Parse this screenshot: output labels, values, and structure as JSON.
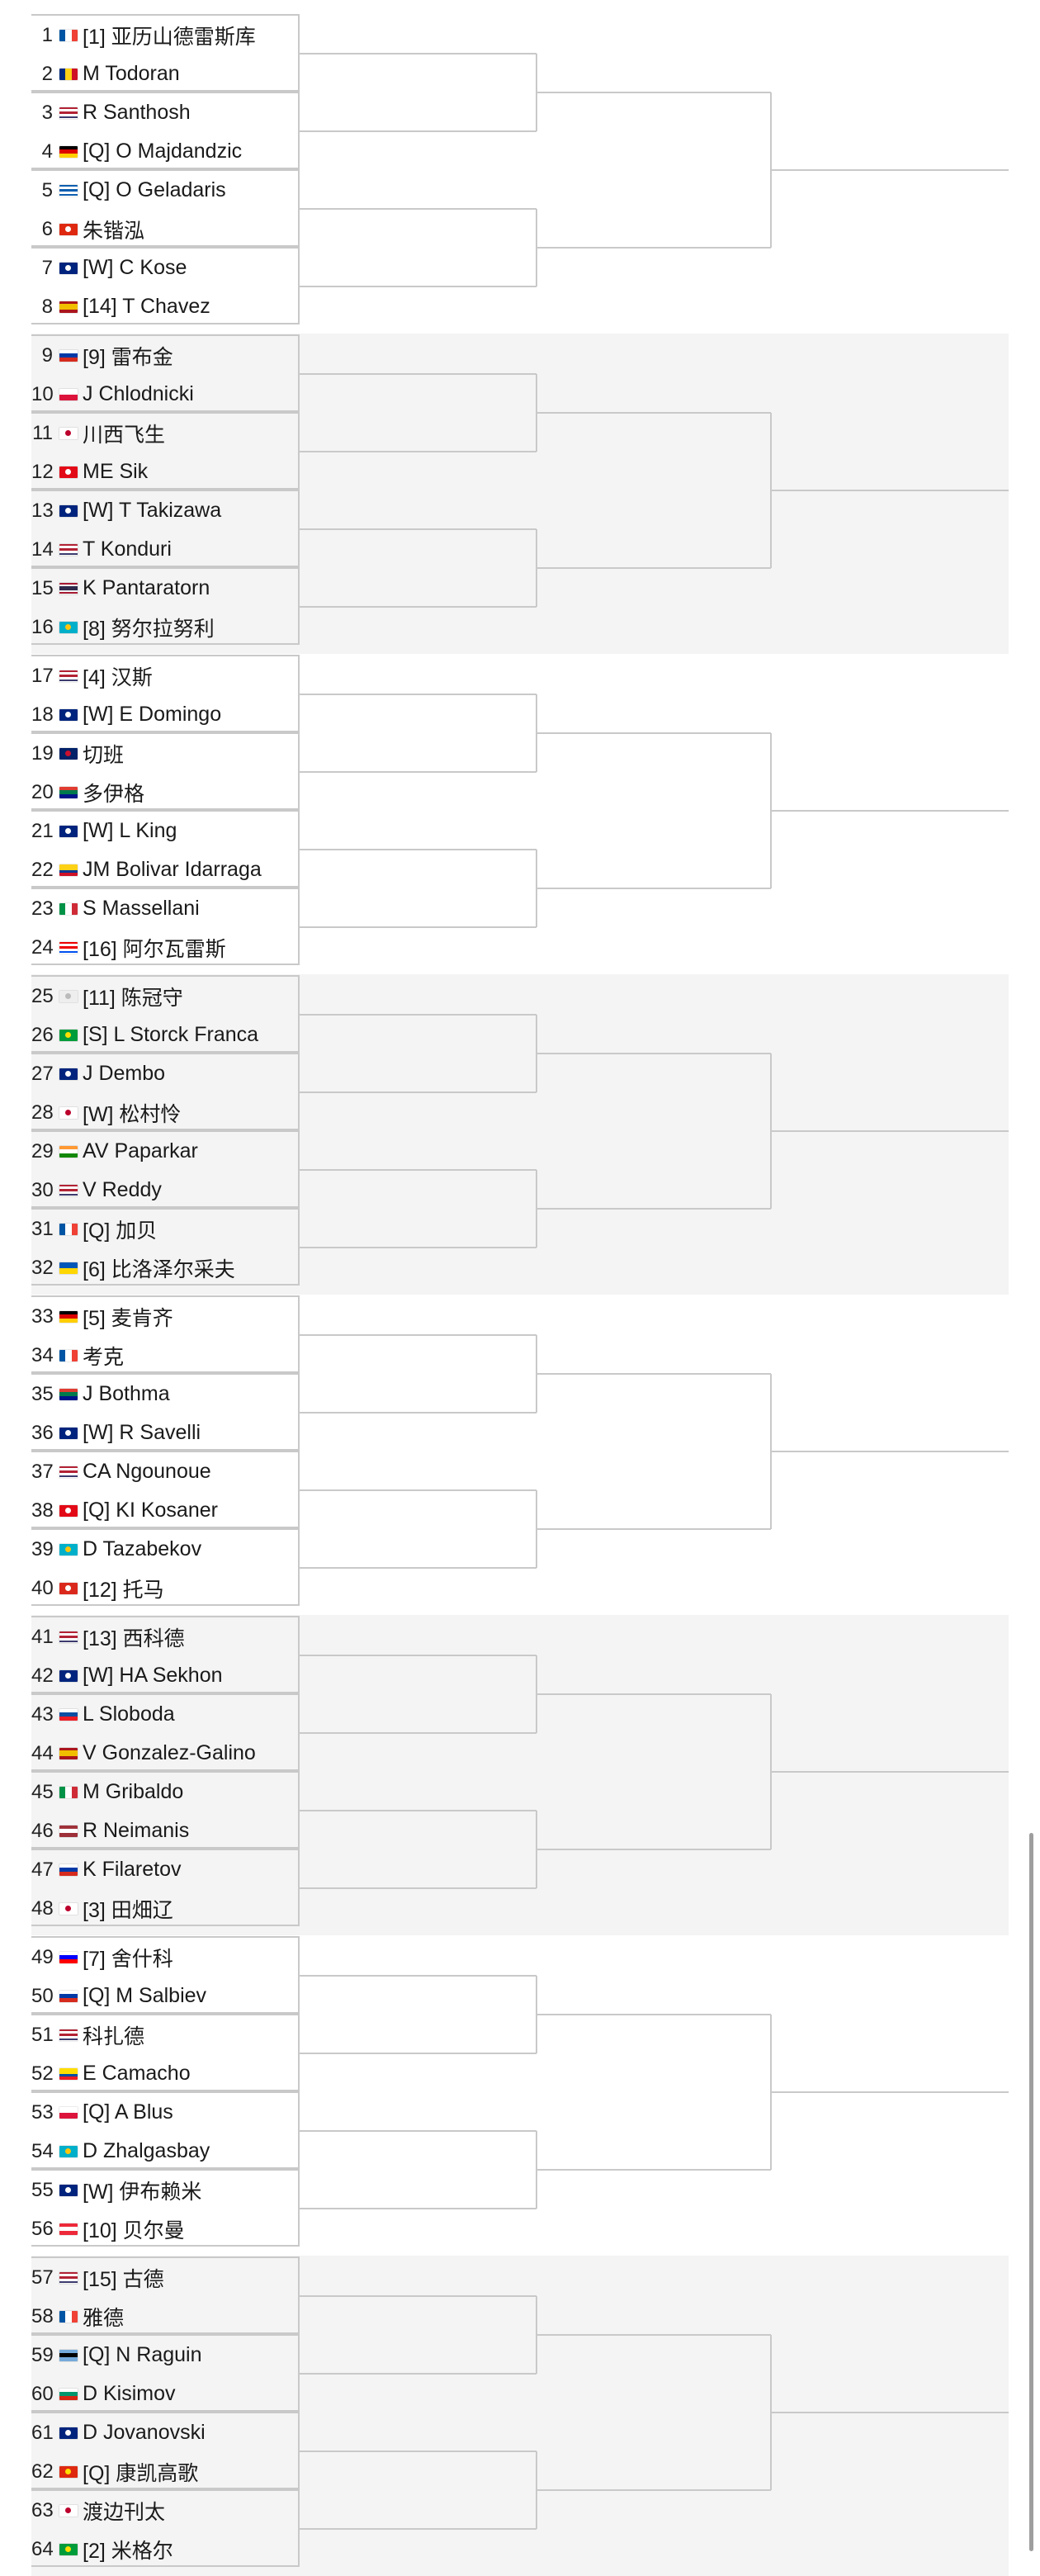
{
  "sections": 8,
  "players": [
    {
      "seed_no": "1",
      "label": "[1] 亚历山德雷斯库",
      "flag": "fr"
    },
    {
      "seed_no": "2",
      "label": "M Todoran",
      "flag": "ro"
    },
    {
      "seed_no": "3",
      "label": "R Santhosh",
      "flag": "us"
    },
    {
      "seed_no": "4",
      "label": "[Q] O Majdandzic",
      "flag": "de"
    },
    {
      "seed_no": "5",
      "label": "[Q] O Geladaris",
      "flag": "gr"
    },
    {
      "seed_no": "6",
      "label": "朱锴泓",
      "flag": "hk"
    },
    {
      "seed_no": "7",
      "label": "[W] C Kose",
      "flag": "au"
    },
    {
      "seed_no": "8",
      "label": "[14] T Chavez",
      "flag": "es"
    },
    {
      "seed_no": "9",
      "label": "[9] 雷布金",
      "flag": "ru"
    },
    {
      "seed_no": "10",
      "label": "J Chlodnicki",
      "flag": "pl"
    },
    {
      "seed_no": "11",
      "label": "川西飞生",
      "flag": "jp"
    },
    {
      "seed_no": "12",
      "label": "ME Sik",
      "flag": "tr"
    },
    {
      "seed_no": "13",
      "label": "[W] T Takizawa",
      "flag": "au"
    },
    {
      "seed_no": "14",
      "label": "T Konduri",
      "flag": "us"
    },
    {
      "seed_no": "15",
      "label": "K Pantaratorn",
      "flag": "th"
    },
    {
      "seed_no": "16",
      "label": "[8] 努尔拉努利",
      "flag": "kz"
    },
    {
      "seed_no": "17",
      "label": "[4] 汉斯",
      "flag": "us"
    },
    {
      "seed_no": "18",
      "label": "[W] E Domingo",
      "flag": "au"
    },
    {
      "seed_no": "19",
      "label": "切班",
      "flag": "gb"
    },
    {
      "seed_no": "20",
      "label": "多伊格",
      "flag": "za"
    },
    {
      "seed_no": "21",
      "label": "[W] L King",
      "flag": "au"
    },
    {
      "seed_no": "22",
      "label": "JM Bolivar Idarraga",
      "flag": "co"
    },
    {
      "seed_no": "23",
      "label": "S Massellani",
      "flag": "it"
    },
    {
      "seed_no": "24",
      "label": "[16] 阿尔瓦雷斯",
      "flag": "pr"
    },
    {
      "seed_no": "25",
      "label": "[11] 陈冠守",
      "flag": "tpe"
    },
    {
      "seed_no": "26",
      "label": "[S] L Storck Franca",
      "flag": "br"
    },
    {
      "seed_no": "27",
      "label": "J Dembo",
      "flag": "au"
    },
    {
      "seed_no": "28",
      "label": "[W] 松村怜",
      "flag": "jp"
    },
    {
      "seed_no": "29",
      "label": "AV Paparkar",
      "flag": "in"
    },
    {
      "seed_no": "30",
      "label": "V Reddy",
      "flag": "us"
    },
    {
      "seed_no": "31",
      "label": "[Q] 加贝",
      "flag": "fr"
    },
    {
      "seed_no": "32",
      "label": "[6] 比洛泽尔采夫",
      "flag": "ua"
    },
    {
      "seed_no": "33",
      "label": "[5] 麦肯齐",
      "flag": "de"
    },
    {
      "seed_no": "34",
      "label": "考克",
      "flag": "fr"
    },
    {
      "seed_no": "35",
      "label": "J Bothma",
      "flag": "za"
    },
    {
      "seed_no": "36",
      "label": "[W] R Savelli",
      "flag": "au"
    },
    {
      "seed_no": "37",
      "label": "CA Ngounoue",
      "flag": "us"
    },
    {
      "seed_no": "38",
      "label": "[Q] KI Kosaner",
      "flag": "tr"
    },
    {
      "seed_no": "39",
      "label": "D Tazabekov",
      "flag": "kz"
    },
    {
      "seed_no": "40",
      "label": "[12] 托马",
      "flag": "ch"
    },
    {
      "seed_no": "41",
      "label": "[13] 西科德",
      "flag": "us"
    },
    {
      "seed_no": "42",
      "label": "[W] HA Sekhon",
      "flag": "au"
    },
    {
      "seed_no": "43",
      "label": "L Sloboda",
      "flag": "sk"
    },
    {
      "seed_no": "44",
      "label": "V Gonzalez-Galino",
      "flag": "es"
    },
    {
      "seed_no": "45",
      "label": "M Gribaldo",
      "flag": "it"
    },
    {
      "seed_no": "46",
      "label": "R Neimanis",
      "flag": "lv"
    },
    {
      "seed_no": "47",
      "label": "K Filaretov",
      "flag": "ru"
    },
    {
      "seed_no": "48",
      "label": "[3] 田畑辽",
      "flag": "jp"
    },
    {
      "seed_no": "49",
      "label": "[7] 舍什科",
      "flag": "si"
    },
    {
      "seed_no": "50",
      "label": "[Q] M Salbiev",
      "flag": "ru"
    },
    {
      "seed_no": "51",
      "label": "科扎德",
      "flag": "us"
    },
    {
      "seed_no": "52",
      "label": "E Camacho",
      "flag": "ec"
    },
    {
      "seed_no": "53",
      "label": "[Q] A Blus",
      "flag": "pl"
    },
    {
      "seed_no": "54",
      "label": "D Zhalgasbay",
      "flag": "kz"
    },
    {
      "seed_no": "55",
      "label": "[W] 伊布赖米",
      "flag": "au"
    },
    {
      "seed_no": "56",
      "label": "[10] 贝尔曼",
      "flag": "at"
    },
    {
      "seed_no": "57",
      "label": "[15] 古德",
      "flag": "us"
    },
    {
      "seed_no": "58",
      "label": "雅德",
      "flag": "fr"
    },
    {
      "seed_no": "59",
      "label": "[Q] N Raguin",
      "flag": "bw"
    },
    {
      "seed_no": "60",
      "label": "D Kisimov",
      "flag": "bg"
    },
    {
      "seed_no": "61",
      "label": "D Jovanovski",
      "flag": "au"
    },
    {
      "seed_no": "62",
      "label": "[Q] 康凯高歌",
      "flag": "cn"
    },
    {
      "seed_no": "63",
      "label": "渡边刊太",
      "flag": "jp"
    },
    {
      "seed_no": "64",
      "label": "[2] 米格尔",
      "flag": "br"
    }
  ],
  "colors": {
    "line": "#c9c9c9",
    "section_alt": "#f4f4f4"
  }
}
